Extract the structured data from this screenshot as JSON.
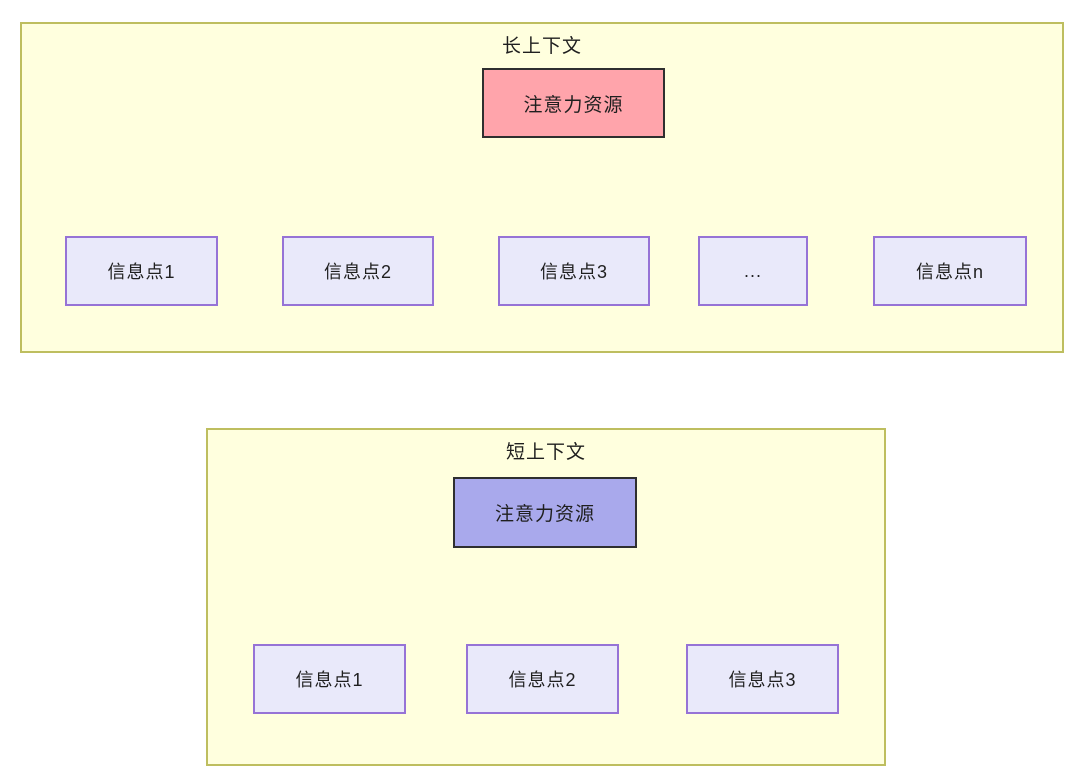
{
  "diagram": {
    "long_context": {
      "title": "长上下文",
      "root_label": "注意力资源",
      "children": [
        "信息点1",
        "信息点2",
        "信息点3",
        "...",
        "信息点n"
      ]
    },
    "short_context": {
      "title": "短上下文",
      "root_label": "注意力资源",
      "children": [
        "信息点1",
        "信息点2",
        "信息点3"
      ]
    },
    "colors": {
      "panel_bg": "#ffffde",
      "panel_border": "#bebe5f",
      "long_root_bg": "#ffa4ab",
      "short_root_bg": "#a9a9ec",
      "root_border": "#2f2f2f",
      "info_bg": "#e9e9fa",
      "info_border": "#9673d6",
      "arrow": "#333333",
      "text": "#1f1f1f"
    }
  }
}
